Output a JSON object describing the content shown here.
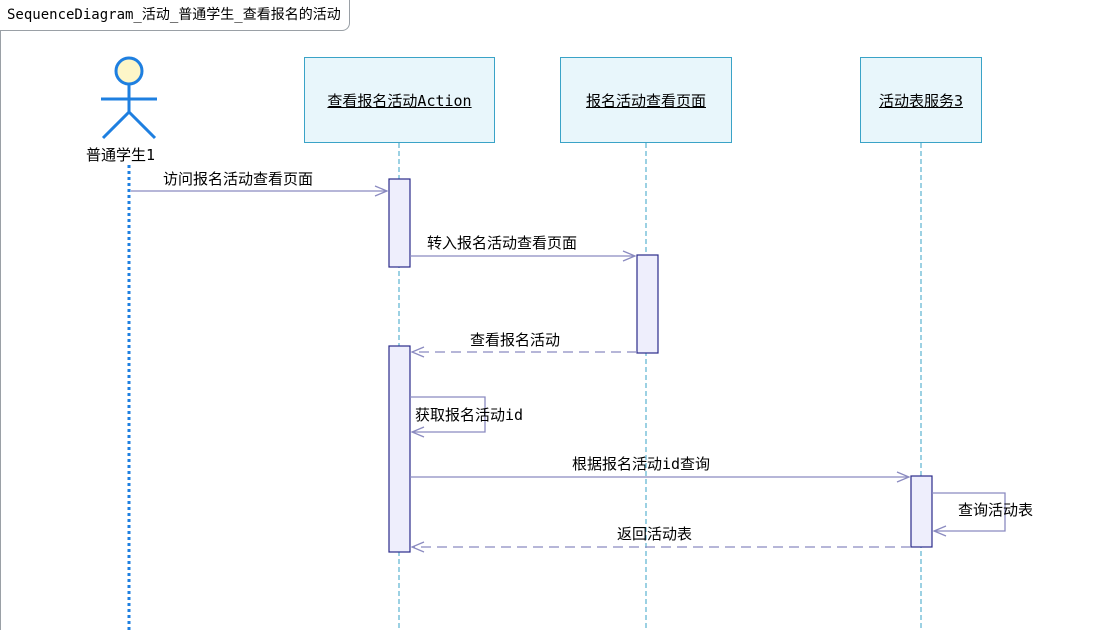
{
  "frame": {
    "title": "SequenceDiagram_活动_普通学生_查看报名的活动"
  },
  "actor": {
    "name": "普通学生1"
  },
  "lifelines": [
    {
      "name": "查看报名活动Action"
    },
    {
      "name": "报名活动查看页面"
    },
    {
      "name": "活动表服务3"
    }
  ],
  "messages": [
    {
      "label": "访问报名活动查看页面",
      "kind": "sync"
    },
    {
      "label": "转入报名活动查看页面",
      "kind": "sync"
    },
    {
      "label": "查看报名活动",
      "kind": "return"
    },
    {
      "label": "获取报名活动id",
      "kind": "self"
    },
    {
      "label": "根据报名活动id查询",
      "kind": "sync"
    },
    {
      "label": "查询活动表",
      "kind": "self"
    },
    {
      "label": "返回活动表",
      "kind": "return"
    }
  ],
  "colors": {
    "lifeline_fill": "#e8f6fb",
    "lifeline_border": "#3aa3c7",
    "activation_fill": "#eeeefc",
    "activation_border": "#2b2b8a",
    "message_line": "#8a8ac0",
    "actor_fill": "#fdf6c8"
  }
}
